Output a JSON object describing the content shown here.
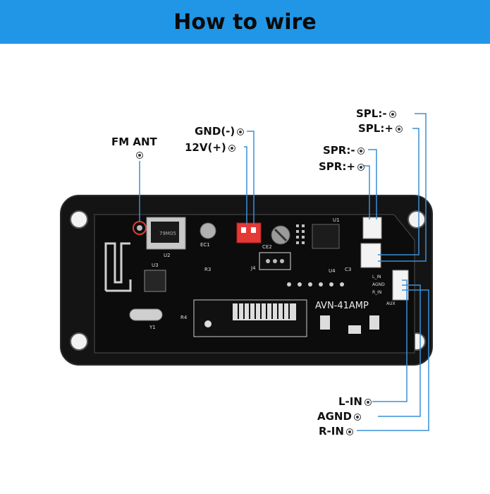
{
  "header": {
    "title": "How to wire"
  },
  "labels": {
    "fm_ant": "FM ANT",
    "gnd": "GND(-)",
    "v12": "12V(+)",
    "spl_minus": "SPL:-",
    "spl_plus": "SPL:+",
    "spr_minus": "SPR:-",
    "spr_plus": "SPR:+",
    "l_in": "L-IN",
    "agnd": "AGND",
    "r_in": "R-IN"
  },
  "board": {
    "model": "AVN-41AMP",
    "silkscreen": {
      "u1": "U1",
      "u2": "U2",
      "u3": "U3",
      "u4": "U4",
      "j4": "J4",
      "y1": "Y1",
      "ec1": "EC1",
      "ce2": "CE2",
      "r3": "R3",
      "r4": "R4",
      "c3": "C3",
      "l_in": "L_IN",
      "agnd": "AGND",
      "r_in": "R_IN",
      "aux": "AUX",
      "chip": "79M05"
    }
  },
  "colors": {
    "header_bg": "#2196e6",
    "wire": "#3a8fd8",
    "connector_red": "#e53935"
  }
}
